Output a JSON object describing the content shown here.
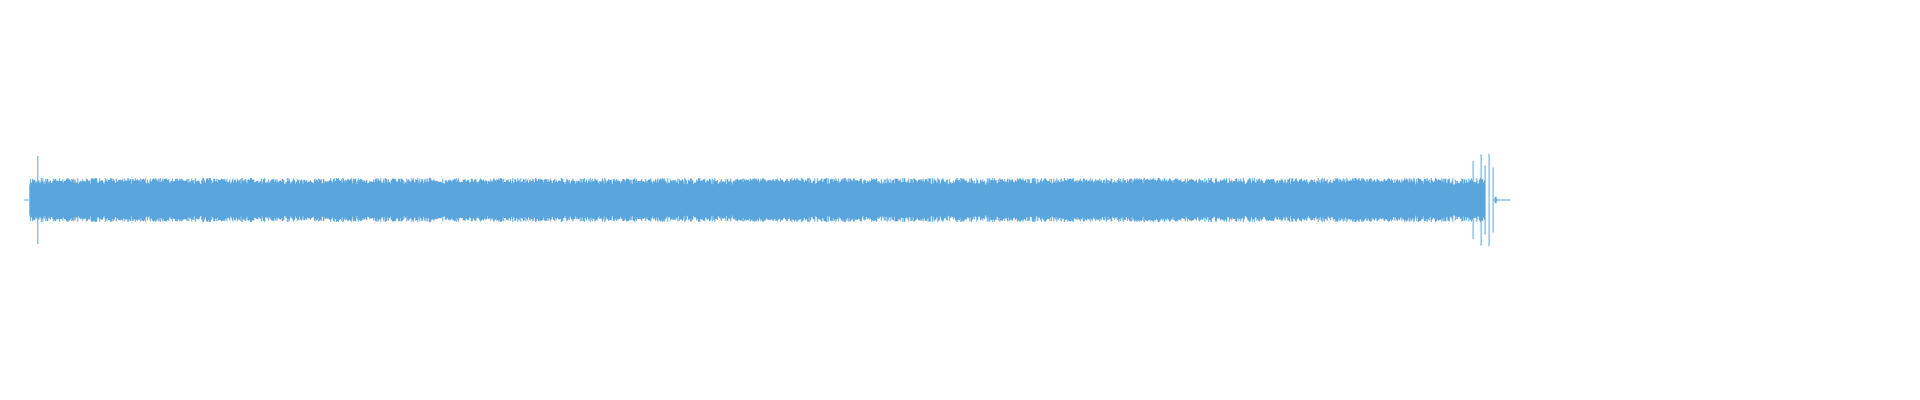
{
  "waveform": {
    "color": "#5aa5dc",
    "background": "#ffffff",
    "clip": {
      "start_fraction": 0.0155,
      "end_fraction": 0.7735,
      "tail_fraction": 0.7835
    },
    "amplitude": {
      "body": 0.055,
      "onset_spike": 0.11,
      "end_spike": 0.12,
      "tail": 0.02
    }
  }
}
